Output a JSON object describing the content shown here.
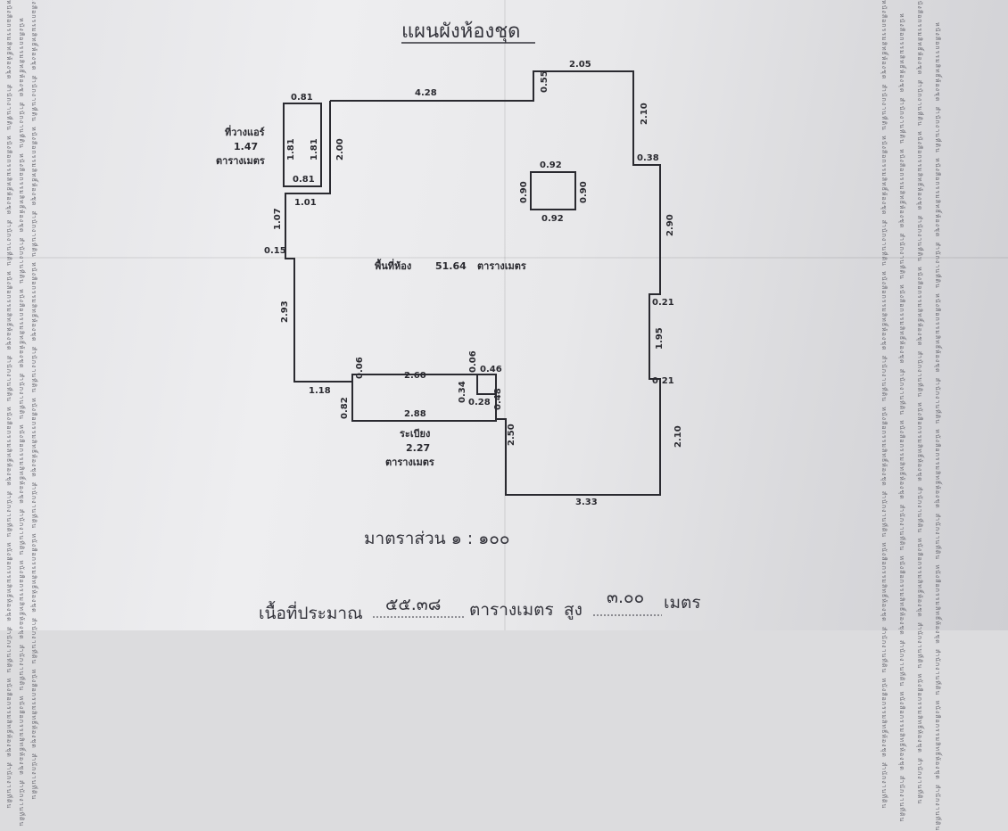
{
  "title": "แผนผังห้องชุด",
  "room": {
    "label": "พื้นที่ห้อง",
    "area": "51.64",
    "unit": "ตารางเมตร"
  },
  "aircon": {
    "label": "ที่วางแอร์",
    "area": "1.47",
    "unit": "ตารางเมตร"
  },
  "balcony": {
    "label": "ระเบียง",
    "area": "2.27",
    "unit": "ตารางเมตร"
  },
  "dimensions": {
    "top_wall": "4.28",
    "top_right": "2.05",
    "step_top": "0.55",
    "right_upper": "2.10",
    "right_notch": "0.38",
    "right_mid": "2.90",
    "right_notch2": "0.21",
    "right_col": "1.95",
    "right_notch3": "0.21",
    "right_lower": "2.10",
    "bottom": "3.33",
    "bottom_left_col": "2.50",
    "left_upper": "2.00",
    "left_step": "1.01",
    "left_mid": "1.07",
    "left_notch": "0.15",
    "left_lower": "2.93",
    "bottom_left": "1.18",
    "ac_top": "0.81",
    "ac_left": "1.81",
    "ac_right": "1.81",
    "ac_bottom": "0.81",
    "col_top": "0.92",
    "col_left": "0.90",
    "col_right": "0.90",
    "col_bottom": "0.92",
    "bal_top": "2.60",
    "bal_left_notch": "0.06",
    "bal_left": "0.82",
    "bal_bottom": "2.88",
    "bal_right_notch": "0.06",
    "bal_small": "0.46",
    "bal_inner": "0.34",
    "bal_inner_bottom": "0.28",
    "bal_inner_side": "0.48"
  },
  "scale_text": "มาตราส่วน ๑ : ๑๐๐",
  "footer": {
    "label": "เนื้อที่ประมาณ",
    "area_value": "๕๕.๓๘",
    "area_unit": "ตารางเมตร",
    "height_label": "สูง",
    "height_value": "๓.๐๐",
    "height_unit": "เมตร"
  },
  "margin_text": "หนังสือกรรมสิทธิ์ห้องชุด สำนักงานที่ดิน"
}
